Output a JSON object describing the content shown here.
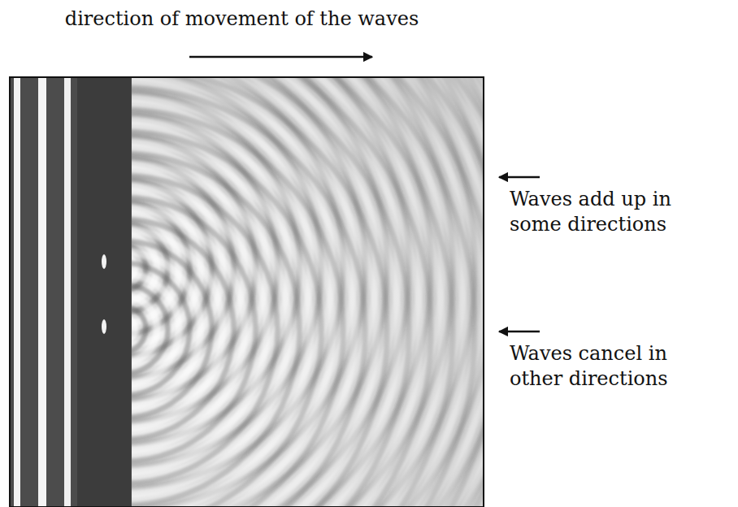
{
  "diagram": {
    "labels": [
      "direction of movement of the waves",
      "Waves add up in some directions",
      "Waves cancel in other directions"
    ]
  }
}
